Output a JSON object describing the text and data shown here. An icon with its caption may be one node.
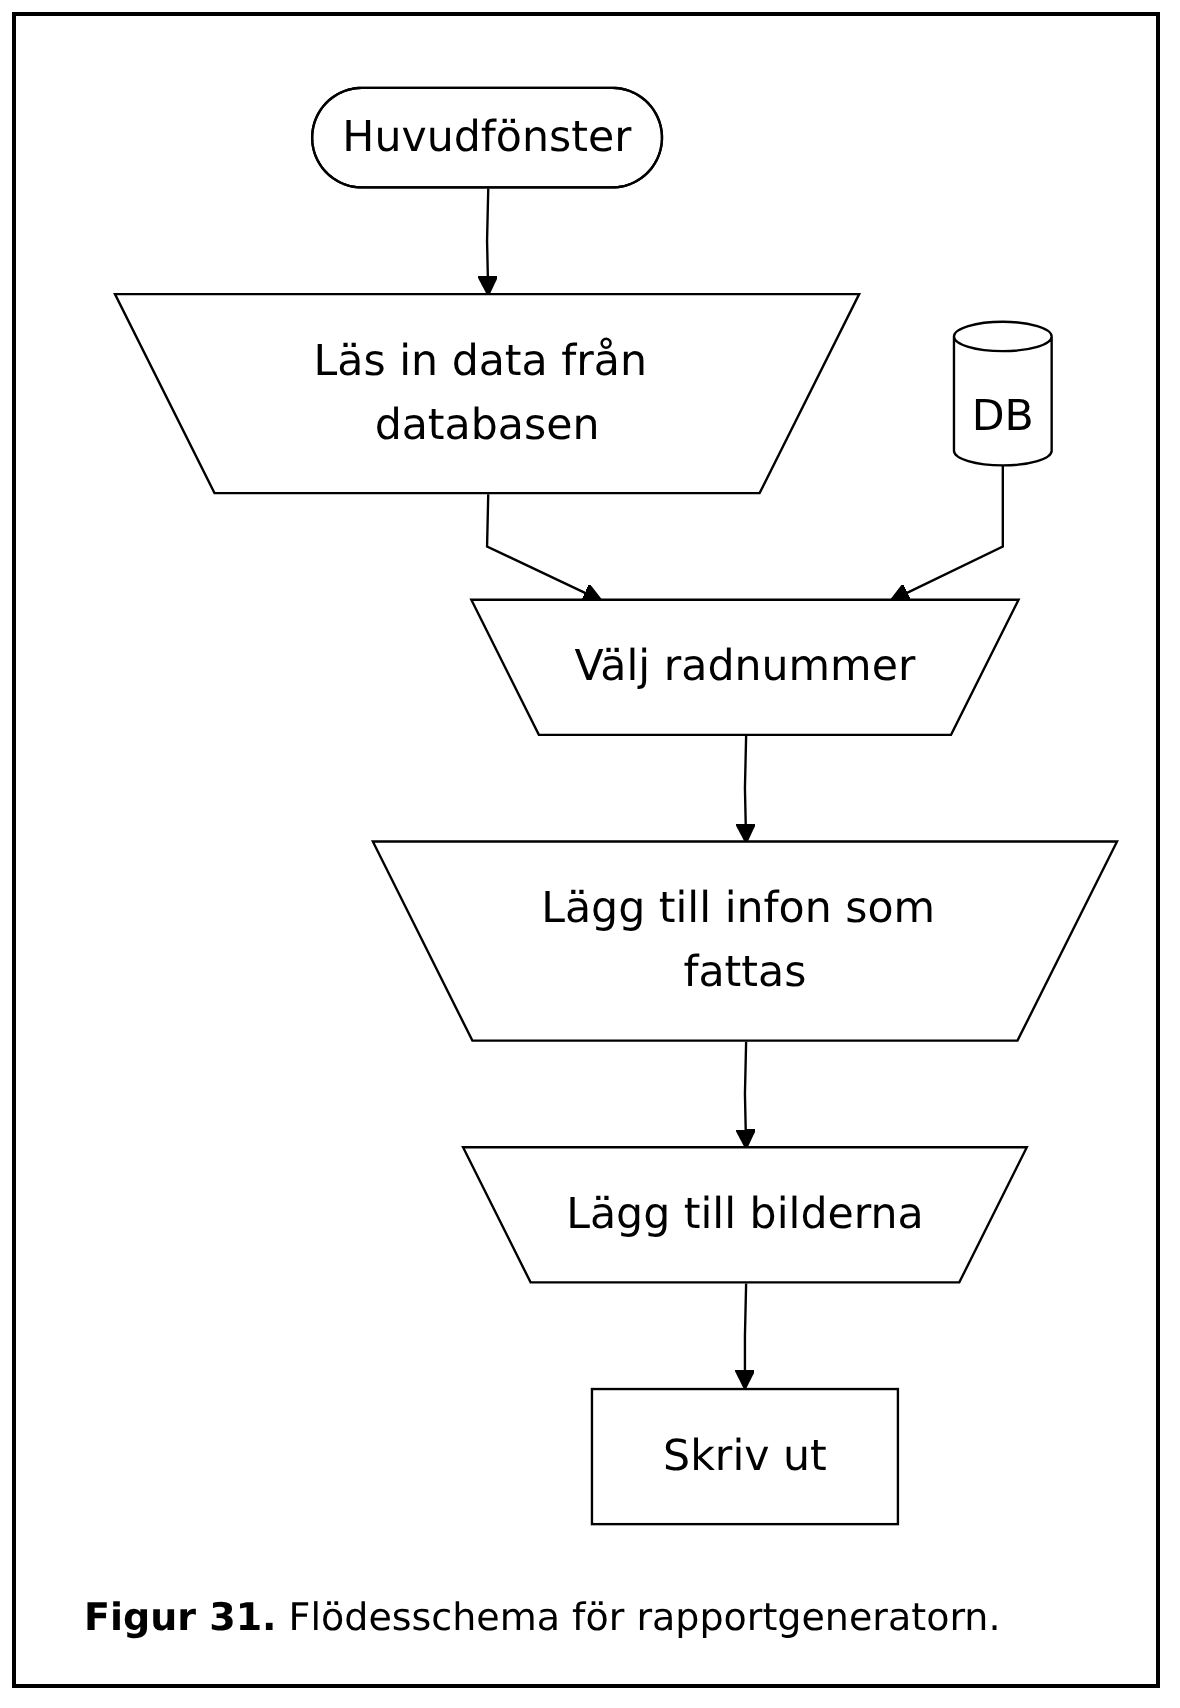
{
  "diagram": {
    "caption": "**Figur 31.** Flödesschema för rapportgeneratorn.",
    "nodes": [
      {
        "text": [
          "Huvudfönster"
        ]
      },
      {
        "text": [
          "Läs in data från databasen"
        ]
      },
      {
        "text": [
          "DB"
        ]
      },
      {
        "text": [
          "Välj radnummer"
        ]
      },
      {
        "text": [
          "Lägg till infon som fattas"
        ]
      },
      {
        "text": [
          "Lägg till bilderna"
        ]
      },
      {
        "text": [
          "Skriv ut"
        ]
      }
    ],
    "edges": [
      {
        "from": 0,
        "to": 1,
        "arrow": "to"
      },
      {
        "from": 1,
        "to": 3,
        "arrow": "to"
      },
      {
        "from": 2,
        "to": 3,
        "arrow": "to"
      },
      {
        "from": 3,
        "to": 4,
        "arrow": "to"
      },
      {
        "from": 4,
        "to": 5,
        "arrow": "to"
      },
      {
        "from": 5,
        "to": 6,
        "arrow": "to"
      }
    ]
  }
}
